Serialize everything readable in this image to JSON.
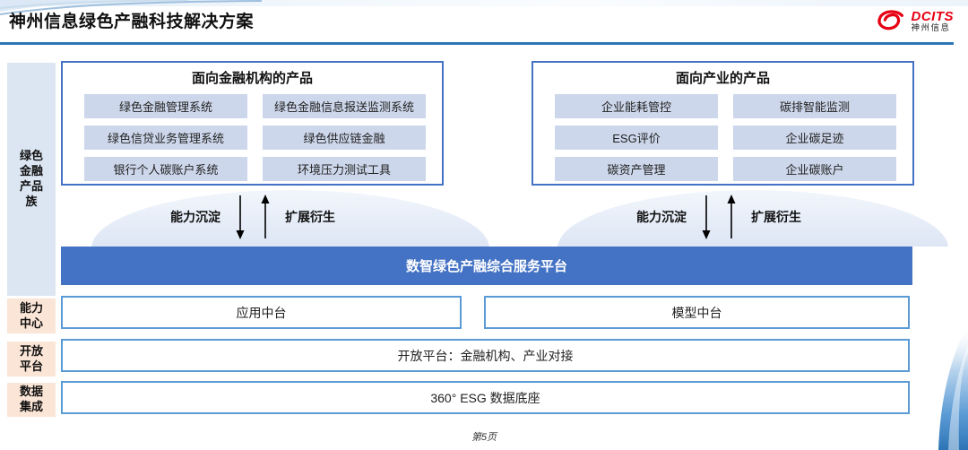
{
  "header": {
    "title": "神州信息绿色产融科技解决方案",
    "logo": {
      "brand": "DCITS",
      "company": "神州信息"
    }
  },
  "sidebar": {
    "product_family": "绿色\n金融\n产品\n族",
    "capability_center": "能力\n中心",
    "open_platform": "开放\n平台",
    "data_integration": "数据\n集成"
  },
  "finance_box": {
    "title": "面向金融机构的产品",
    "items": [
      "绿色金融管理系统",
      "绿色金融信息报送监测系统",
      "绿色信贷业务管理系统",
      "绿色供应链金融",
      "银行个人碳账户系统",
      "环境压力测试工具"
    ]
  },
  "industry_box": {
    "title": "面向产业的产品",
    "items": [
      "企业能耗管控",
      "碳排智能监测",
      "ESG评价",
      "企业碳足迹",
      "碳资产管理",
      "企业碳账户"
    ]
  },
  "flow": {
    "down_label": "能力沉淀",
    "up_label": "扩展衍生"
  },
  "platform_bar": {
    "title": "数智绿色产融综合服务平台"
  },
  "layers": {
    "app_center": "应用中台",
    "model_center": "模型中台",
    "open_platform_row": "开放平台：金融机构、产业对接",
    "data_base_row": "360° ESG 数据底座"
  },
  "footer": {
    "page_label": "第5页"
  },
  "colors": {
    "accent_blue": "#4472C4",
    "row_border_blue": "#5B9BD5",
    "title_rule_blue": "#2E75B6",
    "chip_bg": "#CDD7EB",
    "sidebar_blue_bg": "#DCE6F2",
    "sidebar_peach_bg": "#FBE5D6",
    "logo_red": "#E60012"
  }
}
